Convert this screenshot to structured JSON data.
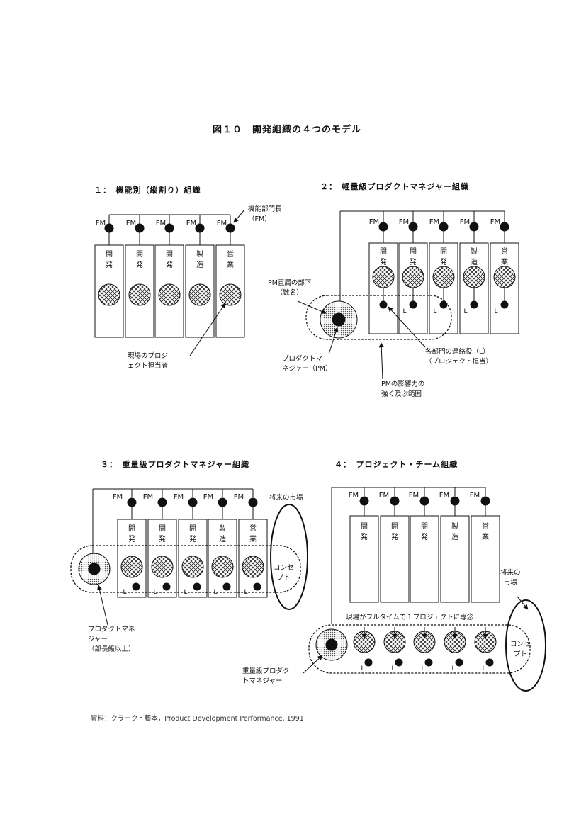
{
  "figure": {
    "title": "図１０　開発組織の４つのモデル"
  },
  "fm_label": "FM",
  "l_label": "L",
  "panels": [
    {
      "title": "１：　機能別（縦割り）組織",
      "departments": [
        "開発",
        "開発",
        "開発",
        "製造",
        "営業"
      ],
      "annotations": {
        "head": "機能部門長\n（FM）",
        "worker": "現場のプロジ\nェクト担当者"
      }
    },
    {
      "title": "２：　軽量級プロダクトマネジャー組織",
      "departments": [
        "開発",
        "開発",
        "開発",
        "製造",
        "営業"
      ],
      "annotations": {
        "staff": "PM直属の部下\n（数名）",
        "pm": "プロダクトマ\nネジャー（PM）",
        "liaison": "各部門の連絡役（L）\n（プロジェクト担当）",
        "influence": "PMの影響力の\n強く及ぶ範囲"
      }
    },
    {
      "title": "３：　重量級プロダクトマネジャー組織",
      "departments": [
        "開発",
        "開発",
        "開発",
        "製造",
        "営業"
      ],
      "annotations": {
        "market": "将来の市場",
        "concept": "コンセ\nプト",
        "pm": "プロダクトマネ\nジャー\n（部長級以上）"
      }
    },
    {
      "title": "４：　プロジェクト・チーム組織",
      "departments": [
        "開発",
        "開発",
        "開発",
        "製造",
        "営業"
      ],
      "annotations": {
        "market": "将来の\n市場",
        "fulltime": "現場がフルタイムで１プロジェクトに専念",
        "concept": "コンセ\nプト",
        "pm": "重量級プロダク\nトマネジャー"
      }
    }
  ],
  "source": "資料：クラーク・藤本，Product Development Performance, 1991"
}
